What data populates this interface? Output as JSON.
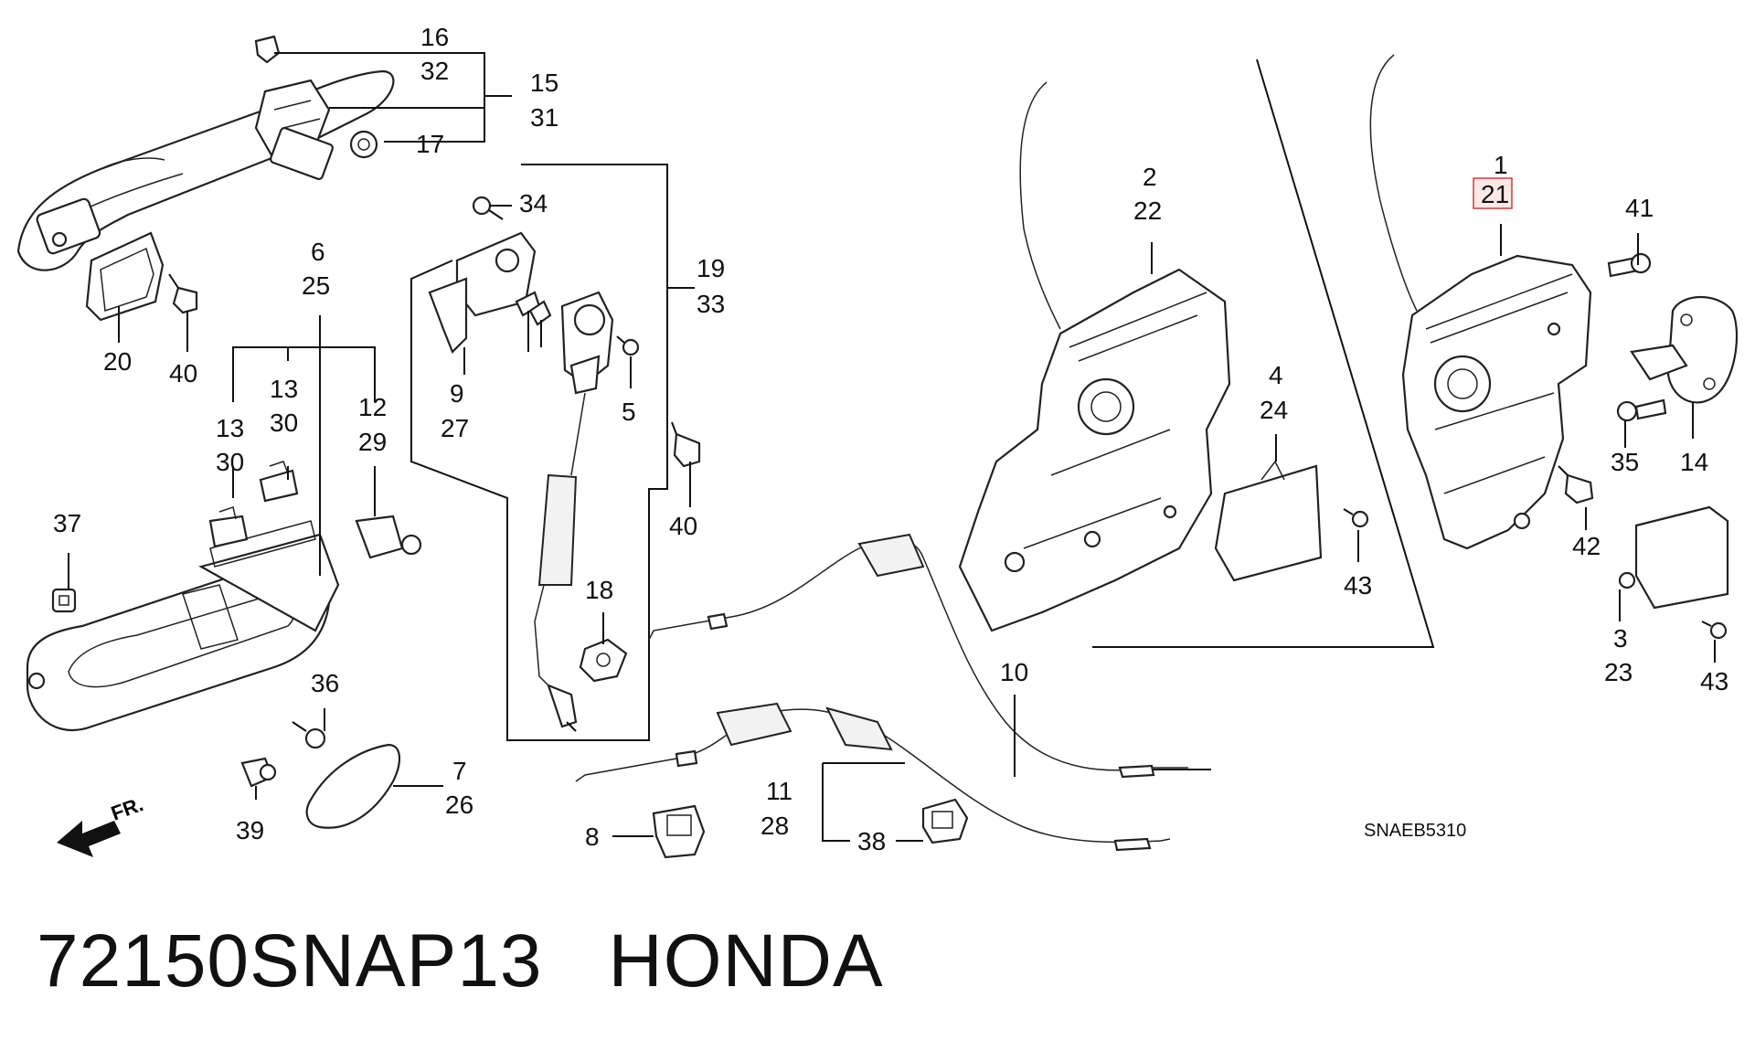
{
  "footer": {
    "part_number": "72150SNAP13",
    "brand": "HONDA"
  },
  "diagram": {
    "code": "SNAEB5310",
    "front_arrow": "FR.",
    "highlighted_label": "21",
    "labels": {
      "l1": "1",
      "l2": "2",
      "l3": "3",
      "l4": "4",
      "l5": "5",
      "l6": "6",
      "l7": "7",
      "l8": "8",
      "l9": "9",
      "l10": "10",
      "l11": "11",
      "l12": "12",
      "l13a": "13",
      "l13b": "13",
      "l14": "14",
      "l15": "15",
      "l16": "16",
      "l17": "17",
      "l18": "18",
      "l19": "19",
      "l20": "20",
      "l21": "21",
      "l22": "22",
      "l23": "23",
      "l24": "24",
      "l25": "25",
      "l26": "26",
      "l27": "27",
      "l28": "28",
      "l29": "29",
      "l30a": "30",
      "l30b": "30",
      "l31": "31",
      "l32": "32",
      "l33": "33",
      "l34": "34",
      "l35": "35",
      "l36": "36",
      "l37": "37",
      "l38": "38",
      "l39": "39",
      "l40a": "40",
      "l40b": "40",
      "l41": "41",
      "l42": "42",
      "l43a": "43",
      "l43b": "43"
    }
  }
}
